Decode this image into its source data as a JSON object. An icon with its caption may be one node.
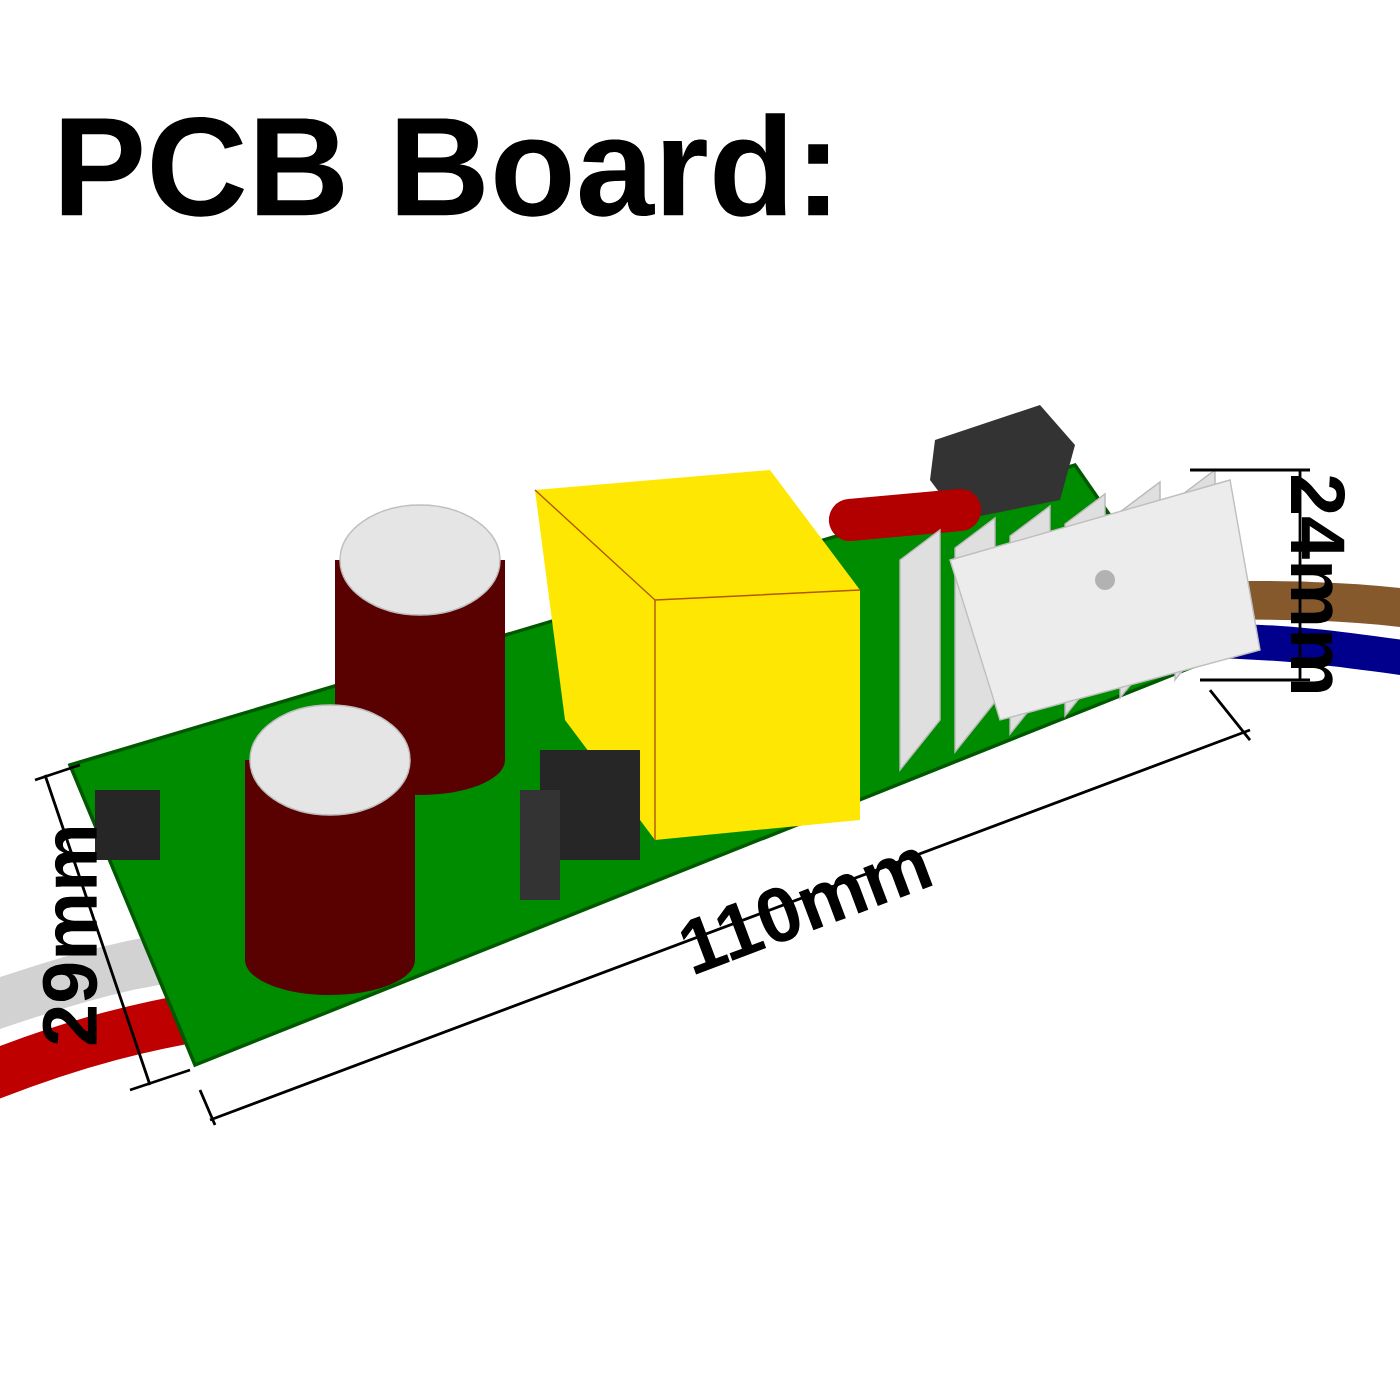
{
  "diagram": {
    "title": "PCB Board:",
    "labels": [
      "24mm",
      "29mm",
      "110mm"
    ]
  }
}
